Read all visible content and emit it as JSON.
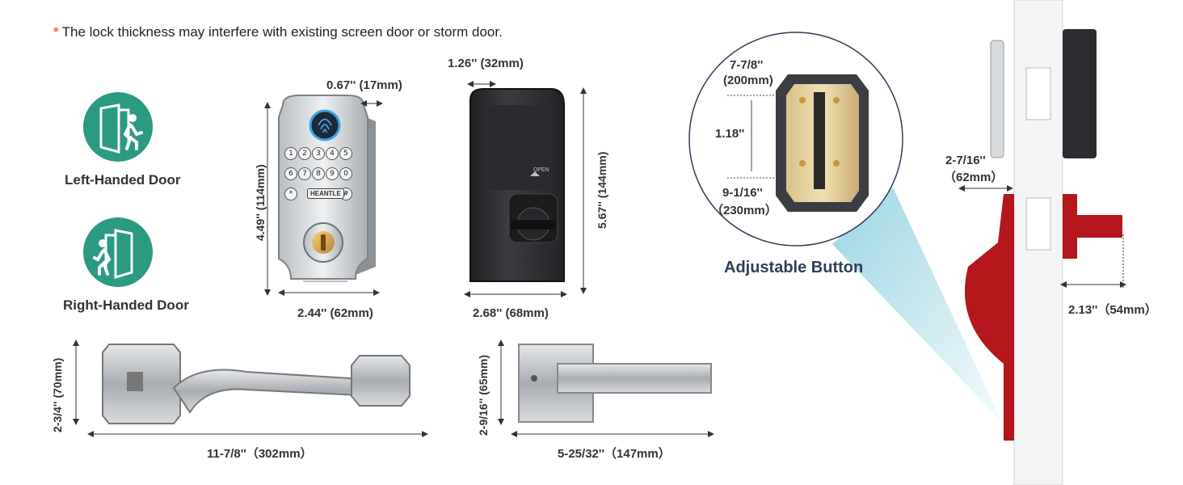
{
  "note": {
    "star": "*",
    "text": "The lock thickness may interfere with existing screen door or storm door."
  },
  "doors": {
    "left_label": "Left-Handed Door",
    "right_label": "Right-Handed Door"
  },
  "keypad": {
    "brand": "HEANTLE",
    "keys": [
      "1",
      "2",
      "3",
      "4",
      "5",
      "6",
      "7",
      "8",
      "9",
      "0",
      "*",
      "#"
    ],
    "open_label": "OPEN"
  },
  "dims": {
    "front_depth": "0.67'' (17mm)",
    "front_height": "4.49'' (114mm)",
    "front_width": "2.44'' (62mm)",
    "back_depth": "1.26'' (32mm)",
    "back_height": "5.67'' (144mm)",
    "back_width": "2.68'' (68mm)",
    "handle_height": "2-3/4'' (70mm)",
    "handle_length": "11-7/8''（302mm）",
    "lever_height": "2-9/16'' (65mm)",
    "lever_length": "5-25/32''（147mm）",
    "adj_top": "7-7/8''",
    "adj_top_mm": "(200mm)",
    "adj_spacing": "1.18''",
    "adj_bottom": "9-1/16''",
    "adj_bottom_mm": "（230mm）",
    "door_thick": "2-7/16''",
    "door_thick_mm": "（62mm）",
    "latch_depth": "2.13''（54mm）"
  },
  "adjustable_label": "Adjustable Button",
  "colors": {
    "accent": "#2b9a83",
    "handle_red": "#b3171c",
    "note_star": "#f26b3a",
    "beam": "#8fd1e0"
  }
}
